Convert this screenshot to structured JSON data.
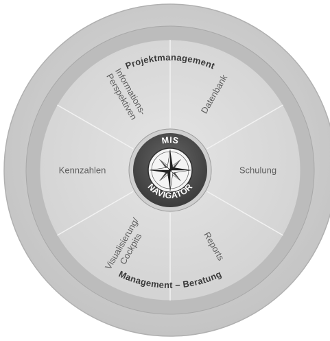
{
  "diagram": {
    "outer_ring": {
      "top_label": "Projektmanagement",
      "bottom_label": "Management – Beratung"
    },
    "segments": [
      {
        "lines": [
          "Datenbank"
        ]
      },
      {
        "lines": [
          "Schulung"
        ]
      },
      {
        "lines": [
          "Reports"
        ]
      },
      {
        "lines": [
          "Visualisierung/",
          "Cockpits"
        ]
      },
      {
        "lines": [
          "Kennzahlen"
        ]
      },
      {
        "lines": [
          "Informations-",
          "Perspektiven"
        ]
      }
    ],
    "center": {
      "top_label": "MIS",
      "bottom_label": "NAVIGATOR",
      "icon": "compass-rose-icon"
    },
    "colors": {
      "outer_ring": "#d2d2d2",
      "band": "#b9b9b9",
      "inner_disc": "#dcdcdc",
      "center_disc": "#4d4d4d"
    }
  }
}
